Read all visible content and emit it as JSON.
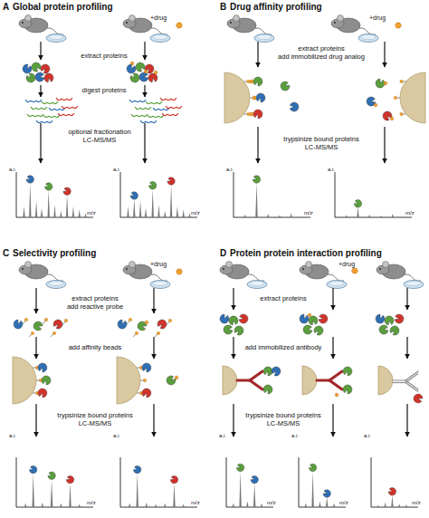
{
  "diagram": {
    "labels": [
      "A",
      "Global protein profiling",
      "+drug",
      "extract proteins",
      "digest proteins",
      "optional fractionation",
      "LC-MS/MS",
      "a.i.",
      "m/z",
      "a.i.",
      "m/z",
      "B",
      "Drug affinity profiling",
      "+drug",
      "extract proteins",
      "add immobilized drug analog",
      "trypsinize bound proteins",
      "LC-MS/MS",
      "a.i.",
      "m/z",
      "a.i.",
      "m/z",
      "C",
      "Selectivity profiling",
      "+drug",
      "extract proteins",
      "add reactive probe",
      "add affinity beads",
      "trypsinize bound proteins",
      "LC-MS/MS",
      "a.i.",
      "m/z",
      "a.i.",
      "m/z",
      "D",
      "Protein protein interaction profiling",
      "+drug",
      "extract proteins",
      "add immobilized antibody",
      "trypsinize bound proteins",
      "LC-MS/MS",
      "a.i.",
      "m/z",
      "a.i.",
      "m/z",
      "a.i.",
      "m/z"
    ]
  }
}
